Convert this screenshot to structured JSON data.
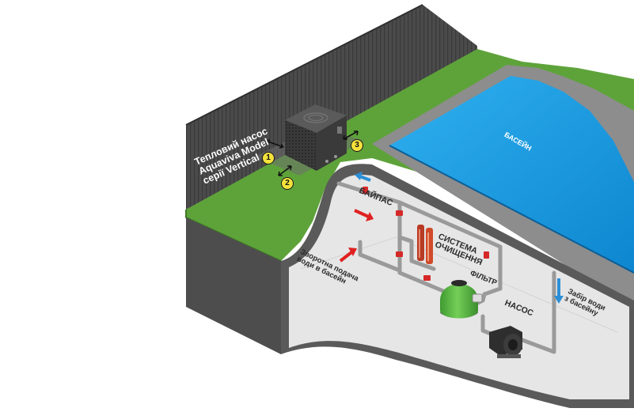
{
  "heat_pump_title": [
    "Тепловий насос",
    "Aquaviva Model",
    "серії Vertical"
  ],
  "badges": [
    "1",
    "2",
    "3"
  ],
  "pool_label": "БАСЕЙН",
  "bypass_label": "БАЙПАС",
  "cleaning_system_label": [
    "СИСТЕМА",
    "ОЧИЩЕННЯ"
  ],
  "filter_label": "ФІЛЬТР",
  "pump_label": "НАСОС",
  "return_label": [
    "Зворотна подача",
    "води в басейн"
  ],
  "intake_label": [
    "Забір води",
    "з басейну"
  ],
  "colors": {
    "grass": "#5ea33a",
    "wall": "#4d4d4d",
    "pool_water": "#1aa0e8",
    "pipe": "#9a9a9a",
    "valve": "#d62828",
    "filter_tank": "#5dbb46",
    "arrow_red": "#e02020",
    "arrow_blue": "#2b8fd6",
    "badge": "#f4e23c"
  }
}
